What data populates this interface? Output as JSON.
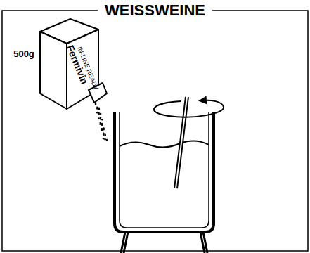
{
  "diagram": {
    "title": "WEISSWEINE",
    "labels": [
      "500g",
      "Fermivin",
      "IN-LINE READY"
    ]
  }
}
